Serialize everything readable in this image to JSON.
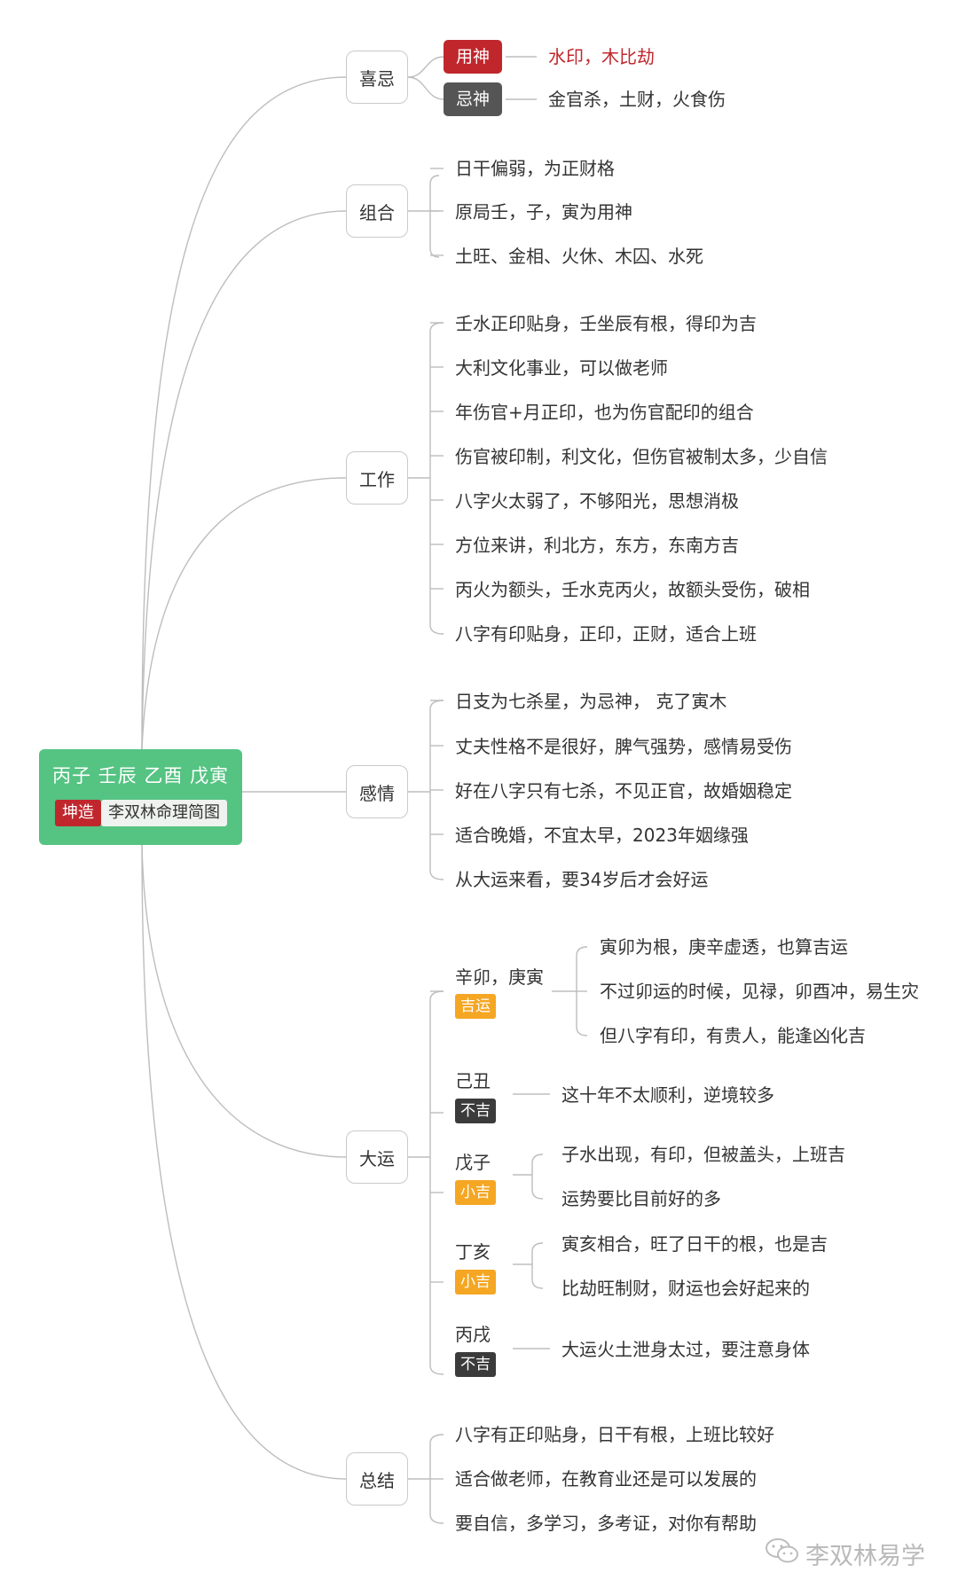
{
  "root": {
    "title": "丙子 壬辰 乙酉 戊寅",
    "badge": "坤造",
    "subtitle": "李双林命理简图"
  },
  "categories": {
    "xiji": "喜忌",
    "zuhe": "组合",
    "gongzuo": "工作",
    "ganqing": "感情",
    "dayun": "大运",
    "zongjie": "总结"
  },
  "xiji": {
    "yongshen_tag": "用神",
    "yongshen_text": "水印，木比劫",
    "jishen_tag": "忌神",
    "jishen_text": "金官杀，土财，火食伤"
  },
  "zuhe": [
    "日干偏弱，为正财格",
    "原局壬，子，寅为用神",
    "土旺、金相、火休、木囚、水死"
  ],
  "gongzuo": [
    "壬水正印贴身，壬坐辰有根，得印为吉",
    "大利文化事业，可以做老师",
    "年伤官+月正印，也为伤官配印的组合",
    "伤官被印制，利文化，但伤官被制太多，少自信",
    "八字火太弱了，不够阳光，思想消极",
    "方位来讲，利北方，东方，东南方吉",
    "丙火为额头，壬水克丙火，故额头受伤，破相",
    "八字有印贴身，正印，正财，适合上班"
  ],
  "ganqing": [
    "日支为七杀星，为忌神，  克了寅木",
    "丈夫性格不是很好，脾气强势，感情易受伤",
    "好在八字只有七杀，不见正官，故婚姻稳定",
    "适合晚婚，不宜太早，2023年姻缘强",
    "从大运来看，要34岁后才会好运"
  ],
  "dayun": [
    {
      "name": "辛卯，庚寅",
      "badge": "吉运",
      "items": [
        "寅卯为根，庚辛虚透，也算吉运",
        "不过卯运的时候，见禄，卯酉冲，易生灾",
        "但八字有印，有贵人，能逢凶化吉"
      ]
    },
    {
      "name": "己丑",
      "badge": "不吉",
      "items": [
        "这十年不太顺利，逆境较多"
      ]
    },
    {
      "name": "戊子",
      "badge": "小吉",
      "items": [
        "子水出现，有印，但被盖头，上班吉",
        "运势要比目前好的多"
      ]
    },
    {
      "name": "丁亥",
      "badge": "小吉",
      "items": [
        "寅亥相合，旺了日干的根，也是吉",
        "比劫旺制财，财运也会好起来的"
      ]
    },
    {
      "name": "丙戌",
      "badge": "不吉",
      "items": [
        "大运火土泄身太过，要注意身体"
      ]
    }
  ],
  "zongjie": [
    "八字有正印贴身，日干有根，上班比较好",
    "适合做老师，在教育业还是可以发展的",
    "要自信，多学习，多考证，对你有帮助"
  ],
  "watermark": {
    "icon": "wechat-icon",
    "text": "李双林易学"
  },
  "colors": {
    "root": "#55c382",
    "red": "#c0272d",
    "dark": "#555555",
    "orange": "#f5a623",
    "line": "#bbbbbb"
  }
}
